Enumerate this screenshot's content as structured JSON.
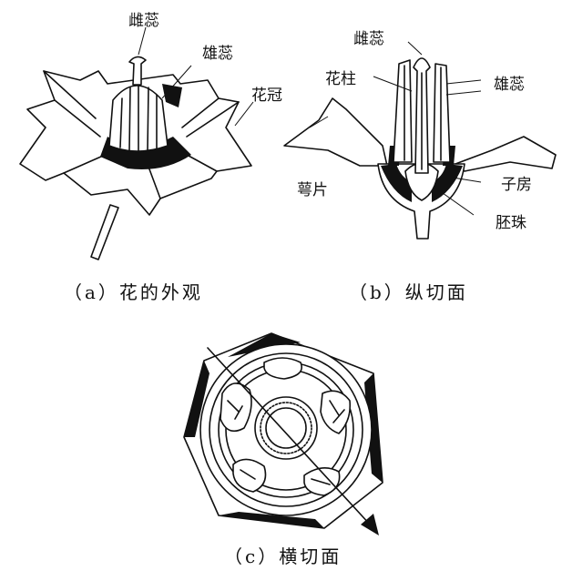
{
  "panel_a": {
    "caption": "（a）花的外观",
    "labels": {
      "pistil": "雌蕊",
      "stamen": "雄蕊",
      "corolla": "花冠"
    }
  },
  "panel_b": {
    "caption": "（b）纵切面",
    "labels": {
      "pistil": "雌蕊",
      "style": "花柱",
      "stamen": "雄蕊",
      "sepal": "萼片",
      "ovary": "子房",
      "ovule": "胚珠"
    }
  },
  "panel_c": {
    "caption": "（c）横切面"
  }
}
